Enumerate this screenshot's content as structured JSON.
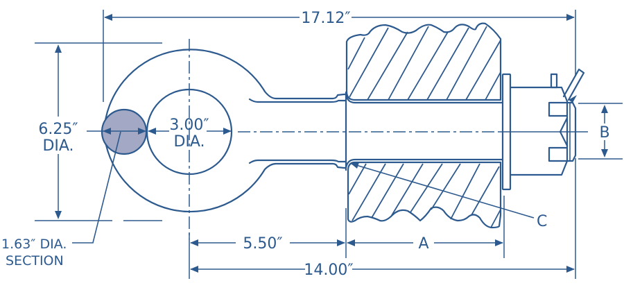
{
  "diagram": {
    "title": "Cable anchor / pull-through fitting dimension drawing",
    "colors": {
      "line": "#2d5a8e",
      "section_fill": "#a3a8c4",
      "background": "#ffffff"
    },
    "dimensions": {
      "overall_length": "17.12″",
      "eye_outer_dia": "6.25″",
      "eye_outer_dia_suffix": "DIA.",
      "eye_inner_dia": "3.00″",
      "eye_inner_dia_suffix": "DIA.",
      "section_dia_line1": "1.63″ DIA.",
      "section_dia_line2": "SECTION",
      "shank_length": "5.50″",
      "base_to_end": "14.00″",
      "wall_thickness_label": "A",
      "nut_height_label": "B",
      "callout_label": "C"
    }
  }
}
